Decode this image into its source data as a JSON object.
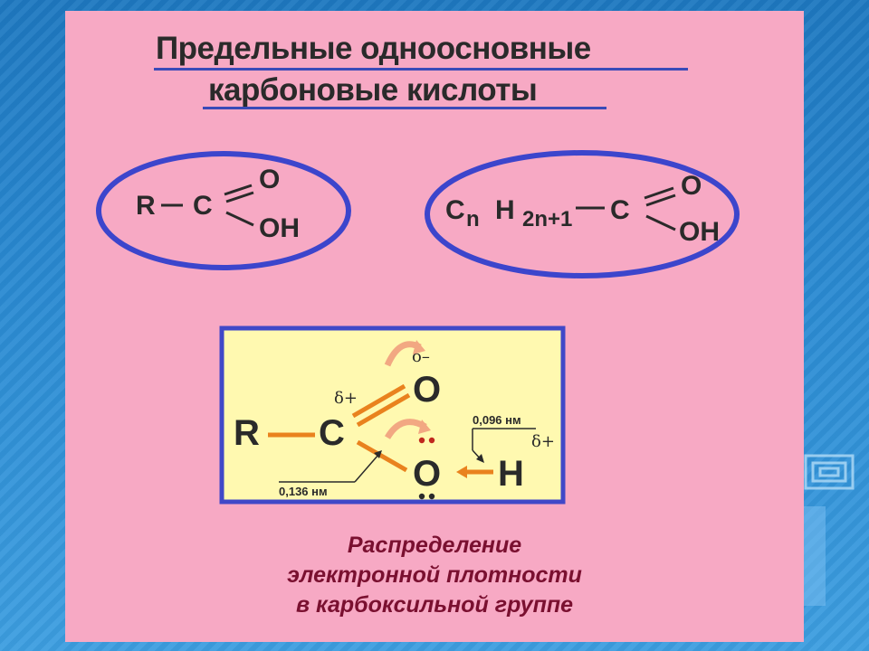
{
  "title": {
    "line1": "Предельные одноосновные",
    "line2": "карбоновые кислоты"
  },
  "formula_general": {
    "r": "R",
    "c": "C",
    "o": "O",
    "oh": "OH"
  },
  "formula_homolog": {
    "c_main": "C",
    "n_sub": "n",
    "h_main": "H",
    "h_sub": "2n+1",
    "c": "C",
    "o": "O",
    "oh": "OH"
  },
  "electron_diagram": {
    "r": "R",
    "c": "C",
    "o_top": "O",
    "o_bottom": "O",
    "h": "H",
    "delta_minus": "δ–",
    "delta_plus_c": "δ+",
    "delta_plus_h": "δ+",
    "bond_oh_length": "0,096 нм",
    "bond_co_length": "0,136 нм"
  },
  "caption": {
    "line1": "Распределение",
    "line2": "электронной плотности",
    "line3": "в карбоксильной группе"
  },
  "colors": {
    "slide_bg": "#f7a9c4",
    "ellipse_stroke": "#3c45cc",
    "diagram_bg": "#fff9b0",
    "bond_orange": "#e9821e",
    "caption": "#7a1030"
  }
}
